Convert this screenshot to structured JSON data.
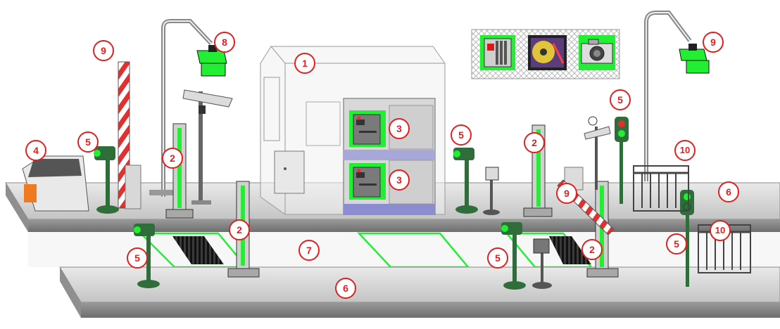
{
  "title": "",
  "markers": [
    {
      "id": "marker-1",
      "label": "1"
    },
    {
      "id": "marker-2a",
      "label": "2"
    },
    {
      "id": "marker-2b",
      "label": "2"
    },
    {
      "id": "marker-2c",
      "label": "2"
    },
    {
      "id": "marker-2d",
      "label": "2"
    },
    {
      "id": "marker-3a",
      "label": "3"
    },
    {
      "id": "marker-3b",
      "label": "3"
    },
    {
      "id": "marker-4",
      "label": "4"
    },
    {
      "id": "marker-5a",
      "label": "5"
    },
    {
      "id": "marker-5b",
      "label": "5"
    },
    {
      "id": "marker-5c",
      "label": "5"
    },
    {
      "id": "marker-5d",
      "label": "5"
    },
    {
      "id": "marker-5e",
      "label": "5"
    },
    {
      "id": "marker-5f",
      "label": "5"
    },
    {
      "id": "marker-6a",
      "label": "6"
    },
    {
      "id": "marker-6b",
      "label": "6"
    },
    {
      "id": "marker-7",
      "label": "7"
    },
    {
      "id": "marker-8",
      "label": "8"
    },
    {
      "id": "marker-9a",
      "label": "9"
    },
    {
      "id": "marker-9b",
      "label": "9"
    },
    {
      "id": "marker-9c",
      "label": "9"
    },
    {
      "id": "marker-10a",
      "label": "10"
    },
    {
      "id": "marker-10b",
      "label": "10"
    }
  ],
  "toolbar_icons": [
    "plc-rack-icon",
    "film-reel-icon",
    "camera-icon"
  ],
  "colors": {
    "accent_green": "#22ee33",
    "pole_green": "#2f6e3a",
    "marker_red": "#e02020",
    "platform_gray": "#c9c9c9"
  }
}
